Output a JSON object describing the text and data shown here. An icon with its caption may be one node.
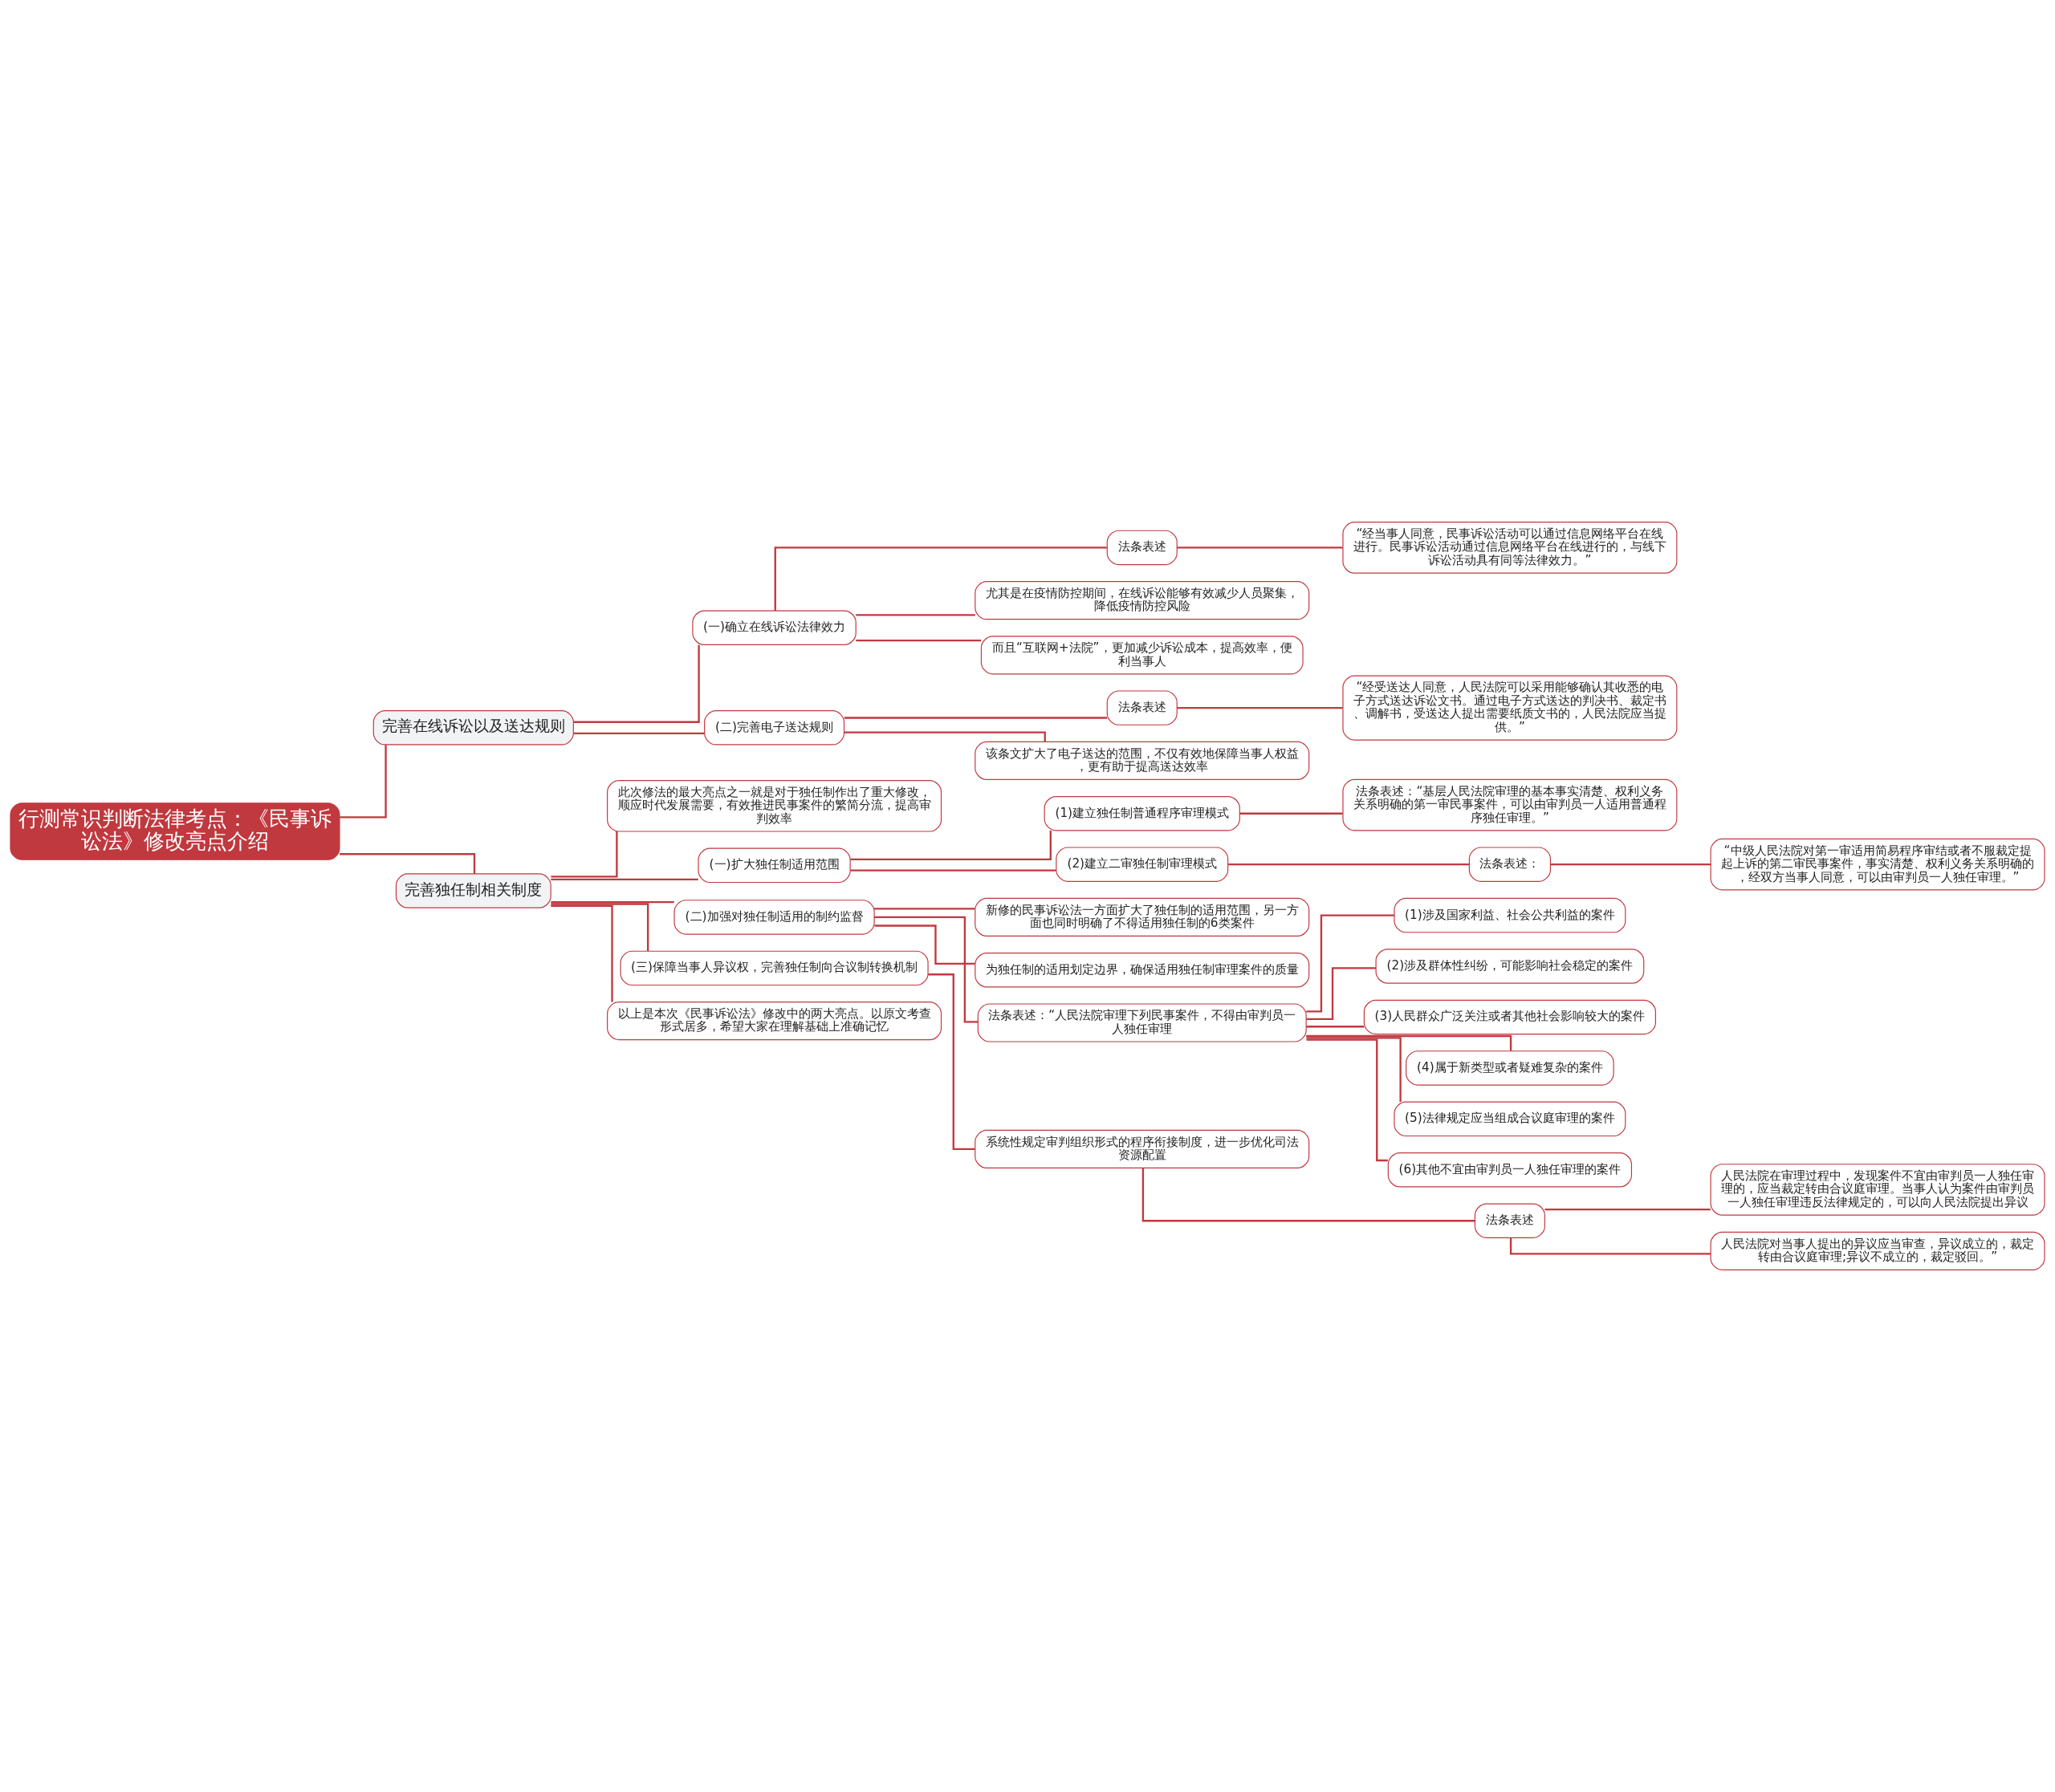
{
  "diagram": {
    "nodes": [
      {
        "text": [
          "行测常识判断法律考点：《民事诉讼法》修改亮点介绍"
        ]
      },
      {
        "text": [
          "完善在线诉讼以及送达规则"
        ]
      },
      {
        "text": [
          "(一)确立在线诉讼法律效力"
        ]
      },
      {
        "text": [
          "法条表述"
        ]
      },
      {
        "text": [
          "“经当事人同意，民事诉讼活动可以通过信息网络平台在线进行。民事诉讼活动通过信息网络平台在线进行的，与线下诉讼活动具有同等法律效力。”"
        ]
      },
      {
        "text": [
          "尤其是在疫情防控期间，在线诉讼能够有效减少人员聚集，降低疫情防控风险"
        ]
      },
      {
        "text": [
          "而且“互联网+法院”，更加减少诉讼成本，提高效率，便利当事人"
        ]
      },
      {
        "text": [
          "(二)完善电子送达规则"
        ]
      },
      {
        "text": [
          "法条表述"
        ]
      },
      {
        "text": [
          "“经受送达人同意，人民法院可以采用能够确认其收悉的电子方式送达诉讼文书。通过电子方式送达的判决书、裁定书、调解书，受送达人提出需要纸质文书的，人民法院应当提供。”"
        ]
      },
      {
        "text": [
          "该条文扩大了电子送达的范围，不仅有效地保障当事人权益，更有助于提高送达效率"
        ]
      },
      {
        "text": [
          "完善独任制相关制度"
        ]
      },
      {
        "text": [
          "此次修法的最大亮点之一就是对于独任制作出了重大修改，顺应时代发展需要，有效推进民事案件的繁简分流，提高审判效率"
        ]
      },
      {
        "text": [
          "(一)扩大独任制适用范围"
        ]
      },
      {
        "text": [
          "(1)建立独任制普通程序审理模式"
        ]
      },
      {
        "text": [
          "法条表述：“基层人民法院审理的基本事实清楚、权利义务关系明确的第一审民事案件，可以由审判员一人适用普通程序独任审理。”"
        ]
      },
      {
        "text": [
          "(2)建立二审独任制审理模式"
        ]
      },
      {
        "text": [
          "法条表述："
        ]
      },
      {
        "text": [
          "“中级人民法院对第一审适用简易程序审结或者不服裁定提起上诉的第二审民事案件，事实清楚、权利义务关系明确的，经双方当事人同意，可以由审判员一人独任审理。”"
        ]
      },
      {
        "text": [
          "(二)加强对独任制适用的制约监督"
        ]
      },
      {
        "text": [
          "新修的民事诉讼法一方面扩大了独任制的适用范围，另一方面也同时明确了不得适用独任制的6类案件"
        ]
      },
      {
        "text": [
          "为独任制的适用划定边界，确保适用独任制审理案件的质量"
        ]
      },
      {
        "text": [
          "法条表述：“人民法院审理下列民事案件，不得由审判员一人独任审理"
        ]
      },
      {
        "text": [
          "(1)涉及国家利益、社会公共利益的案件"
        ]
      },
      {
        "text": [
          "(2)涉及群体性纠纷，可能影响社会稳定的案件"
        ]
      },
      {
        "text": [
          "(3)人民群众广泛关注或者其他社会影响较大的案件"
        ]
      },
      {
        "text": [
          "(4)属于新类型或者疑难复杂的案件"
        ]
      },
      {
        "text": [
          "(5)法律规定应当组成合议庭审理的案件"
        ]
      },
      {
        "text": [
          "(6)其他不宜由审判员一人独任审理的案件"
        ]
      },
      {
        "text": [
          "(三)保障当事人异议权，完善独任制向合议制转换机制"
        ]
      },
      {
        "text": [
          "系统性规定审判组织形式的程序衔接制度，进一步优化司法资源配置"
        ]
      },
      {
        "text": [
          "法条表述"
        ]
      },
      {
        "text": [
          "人民法院在审理过程中，发现案件不宜由审判员一人独任审理的，应当裁定转由合议庭审理。当事人认为案件由审判员一人独任审理违反法律规定的，可以向人民法院提出异议"
        ]
      },
      {
        "text": [
          "人民法院对当事人提出的异议应当审查，异议成立的，裁定转由合议庭审理;异议不成立的，裁定驳回。”"
        ]
      },
      {
        "text": [
          "以上是本次《民事诉讼法》修改中的两大亮点。以原文考查形式居多，希望大家在理解基础上准确记忆"
        ]
      }
    ],
    "edges": [
      {
        "from": 0,
        "to": 1,
        "arrow": "none"
      },
      {
        "from": 1,
        "to": 2,
        "arrow": "none"
      },
      {
        "from": 2,
        "to": 3,
        "arrow": "none"
      },
      {
        "from": 3,
        "to": 4,
        "arrow": "none"
      },
      {
        "from": 2,
        "to": 5,
        "arrow": "none"
      },
      {
        "from": 2,
        "to": 6,
        "arrow": "none"
      },
      {
        "from": 1,
        "to": 7,
        "arrow": "none"
      },
      {
        "from": 7,
        "to": 8,
        "arrow": "none"
      },
      {
        "from": 8,
        "to": 9,
        "arrow": "none"
      },
      {
        "from": 7,
        "to": 10,
        "arrow": "none"
      },
      {
        "from": 0,
        "to": 11,
        "arrow": "none"
      },
      {
        "from": 11,
        "to": 12,
        "arrow": "none"
      },
      {
        "from": 11,
        "to": 13,
        "arrow": "none"
      },
      {
        "from": 13,
        "to": 14,
        "arrow": "none"
      },
      {
        "from": 14,
        "to": 15,
        "arrow": "none"
      },
      {
        "from": 13,
        "to": 16,
        "arrow": "none"
      },
      {
        "from": 16,
        "to": 17,
        "arrow": "none"
      },
      {
        "from": 17,
        "to": 18,
        "arrow": "none"
      },
      {
        "from": 11,
        "to": 19,
        "arrow": "none"
      },
      {
        "from": 19,
        "to": 20,
        "arrow": "none"
      },
      {
        "from": 19,
        "to": 21,
        "arrow": "none"
      },
      {
        "from": 19,
        "to": 22,
        "arrow": "none"
      },
      {
        "from": 22,
        "to": 23,
        "arrow": "none"
      },
      {
        "from": 22,
        "to": 24,
        "arrow": "none"
      },
      {
        "from": 22,
        "to": 25,
        "arrow": "none"
      },
      {
        "from": 22,
        "to": 26,
        "arrow": "none"
      },
      {
        "from": 22,
        "to": 27,
        "arrow": "none"
      },
      {
        "from": 22,
        "to": 28,
        "arrow": "none"
      },
      {
        "from": 11,
        "to": 29,
        "arrow": "none"
      },
      {
        "from": 29,
        "to": 30,
        "arrow": "none"
      },
      {
        "from": 30,
        "to": 31,
        "arrow": "none"
      },
      {
        "from": 31,
        "to": 32,
        "arrow": "none"
      },
      {
        "from": 31,
        "to": 33,
        "arrow": "none"
      },
      {
        "from": 11,
        "to": 34,
        "arrow": "none"
      }
    ]
  }
}
